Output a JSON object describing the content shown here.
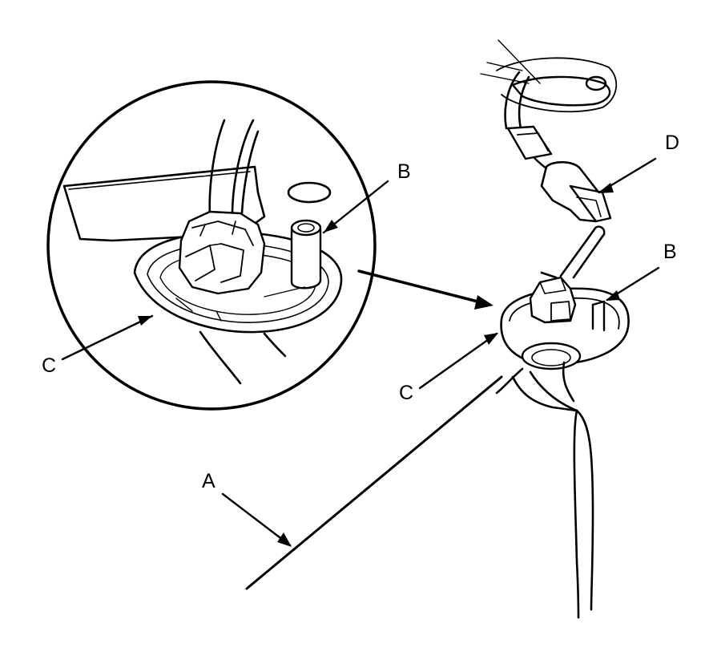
{
  "callouts": {
    "detail_b": "B",
    "detail_c": "C",
    "main_b": "B",
    "main_c": "C",
    "main_d": "D",
    "main_a": "A"
  },
  "colors": {
    "ink": "#000000",
    "background": "#ffffff"
  }
}
